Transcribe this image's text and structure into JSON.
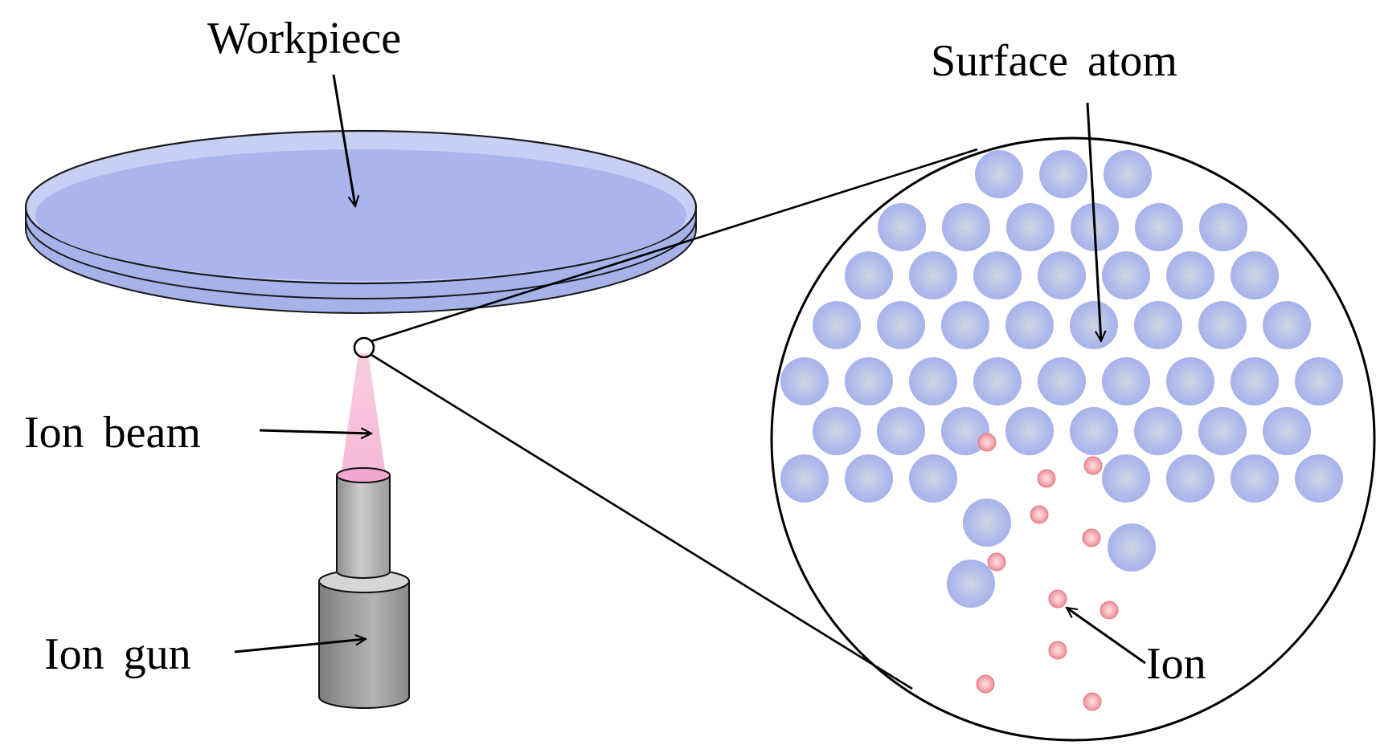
{
  "labels": {
    "workpiece": "Workpiece",
    "surface_atom": "Surface atom",
    "ion_beam": "Ion beam",
    "ion_gun": "Ion gun",
    "ion": "Ion"
  },
  "colors": {
    "atom": "#a9b5ea",
    "atom_highlight": "#cfd3e6",
    "workpiece": "#a8b4eb",
    "workpiece_rim": "#c4cdf2",
    "ion": "#f28f98",
    "ion_highlight": "#fde0e2",
    "beam": "#f7c4dc",
    "gun_gray": "#a6a6a6",
    "gun_dark": "#7a7a7a",
    "gun_light": "#d4d4d4",
    "nozzle_top": "#f2a9d0"
  }
}
